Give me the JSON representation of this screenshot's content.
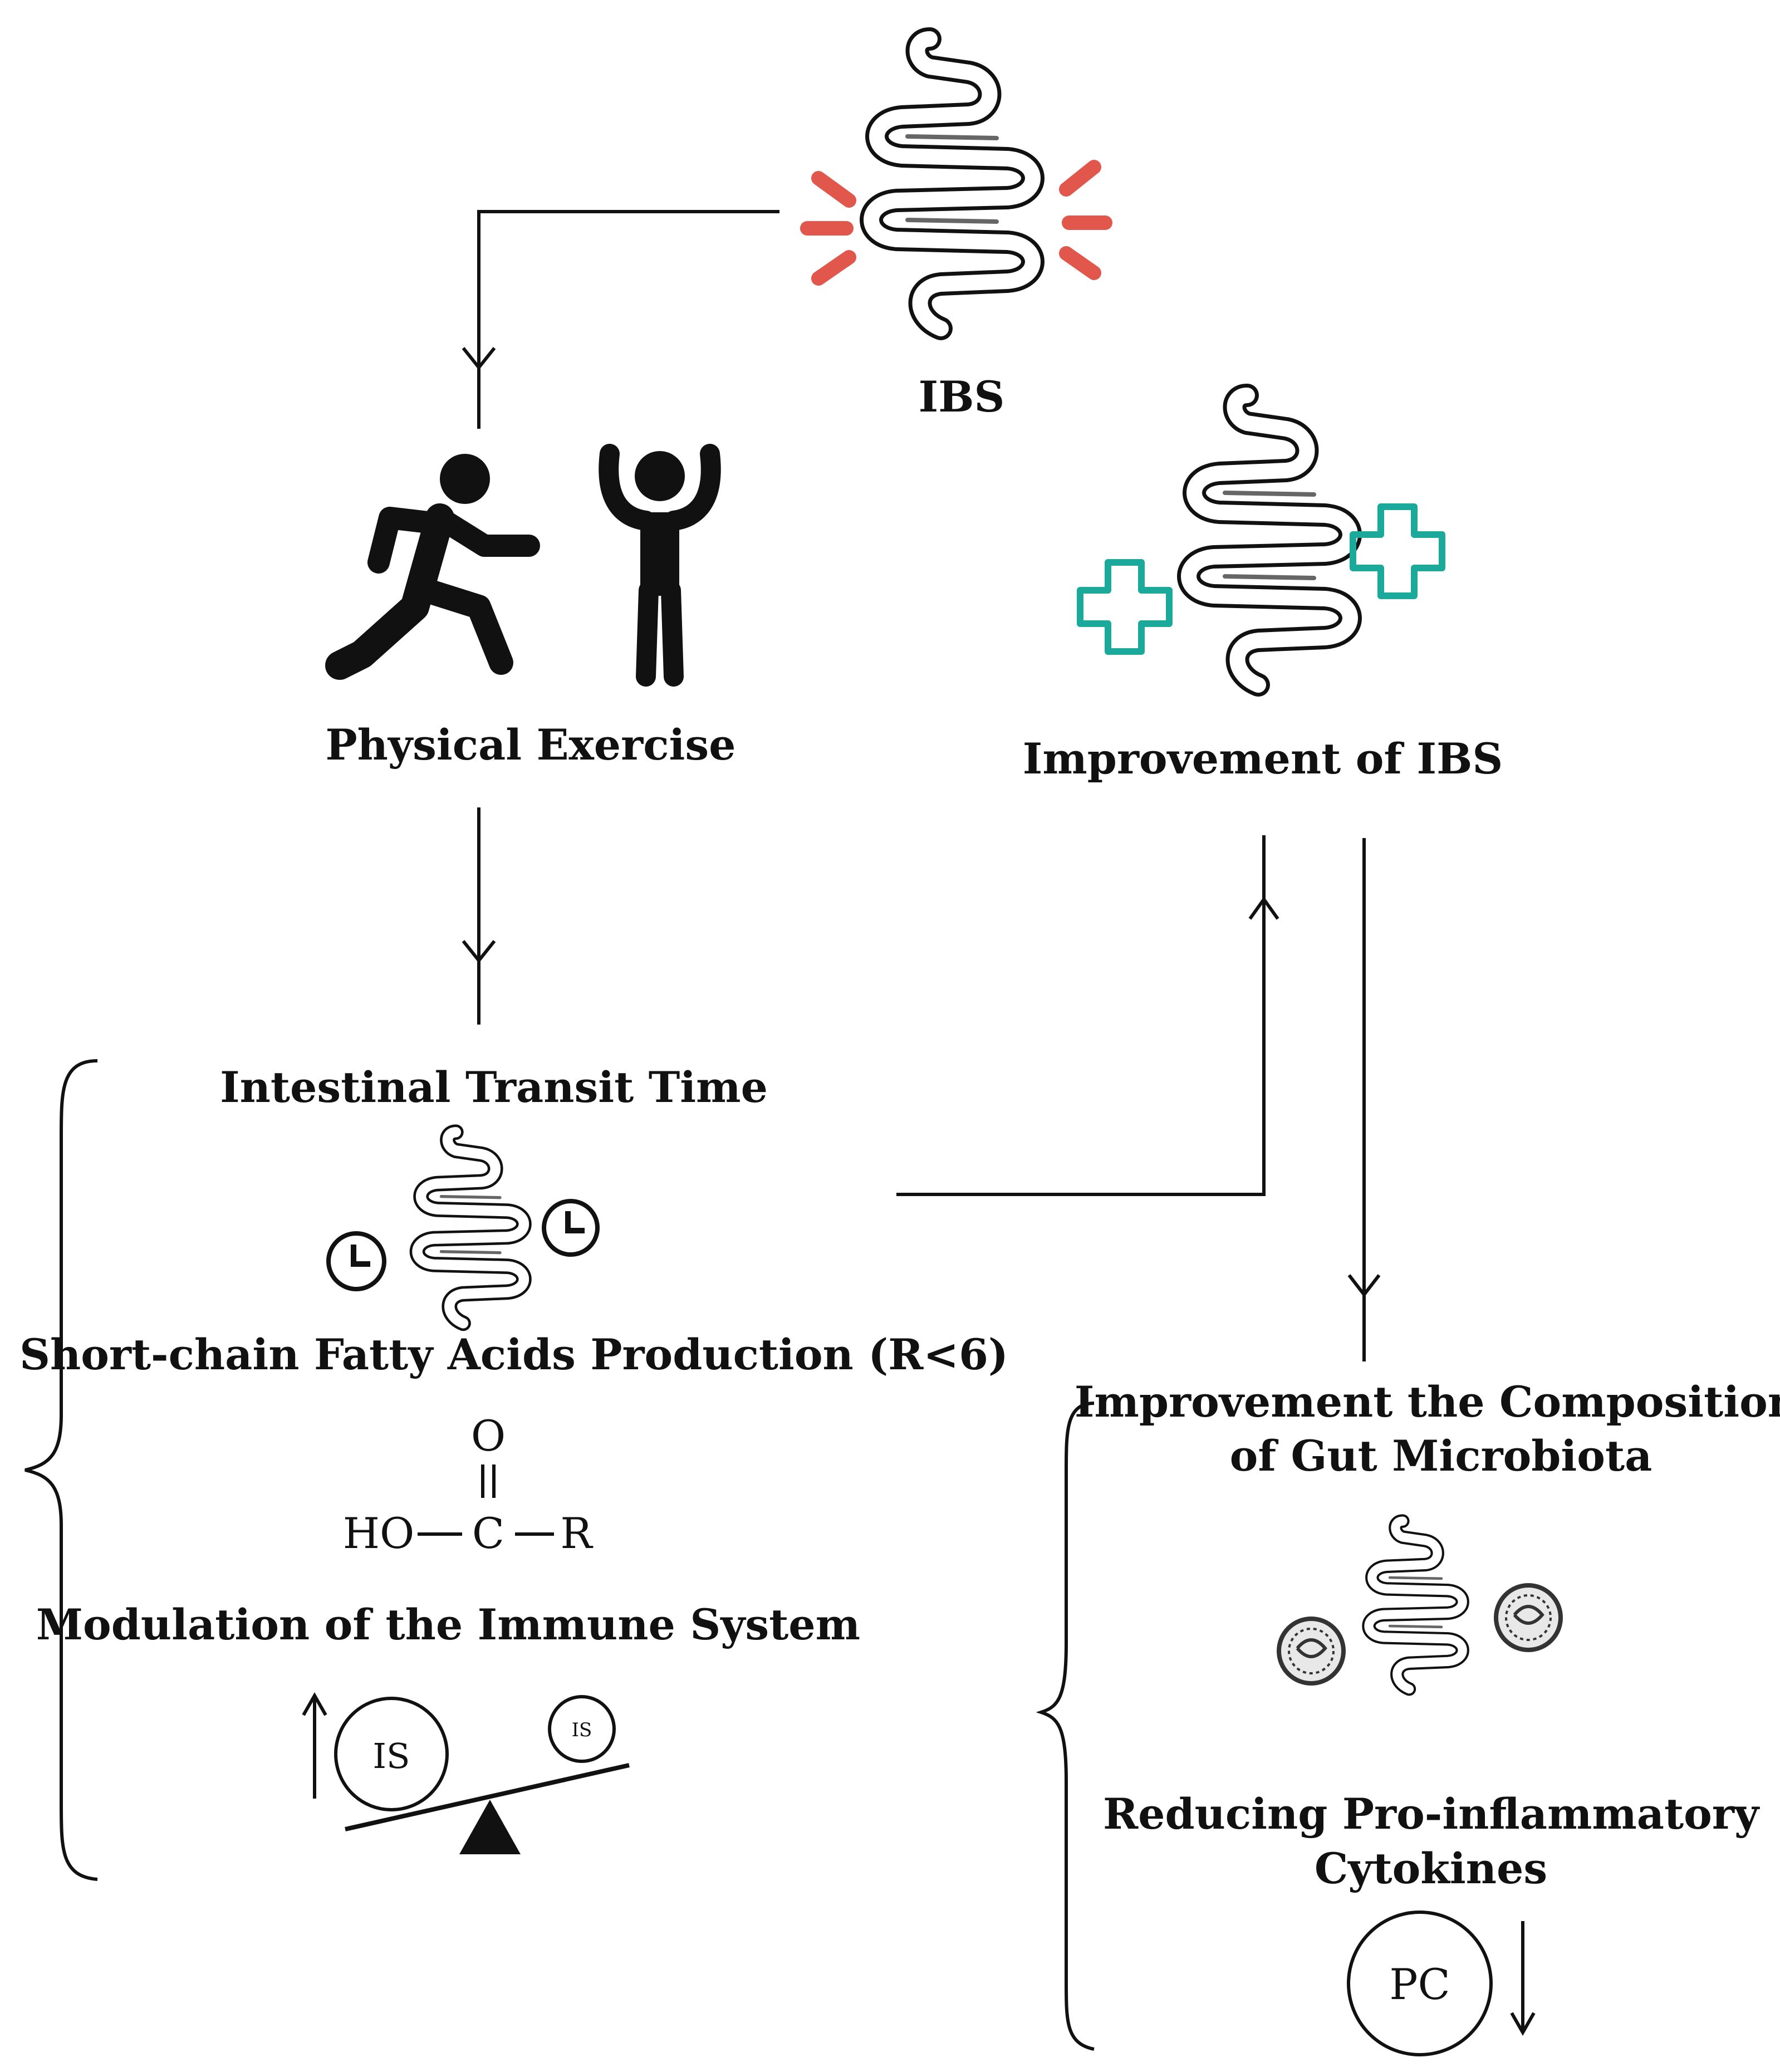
{
  "labels": {
    "ibs": "IBS",
    "physical_exercise": "Physical Exercise",
    "improvement_ibs": "Improvement of IBS",
    "transit_time": "Intestinal Transit Time",
    "scfa": "Short-chain Fatty Acids Production (R<6)",
    "immune": "Modulation of the Immune System",
    "microbiota_line1": "Improvement the Composition",
    "microbiota_line2": "of Gut Microbiota",
    "cytokines_line1": "Reducing Pro-inflammatory",
    "cytokines_line2": "Cytokines"
  },
  "chemistry": {
    "o": "O",
    "ho": "HO",
    "c": "C",
    "r": "R"
  },
  "balance": {
    "big": "IS",
    "small": "IS"
  },
  "pc": "PC",
  "colors": {
    "pain": "#e2574c",
    "health": "#1aa99a",
    "line": "#111111"
  },
  "icons": [
    "intestine-pain-icon",
    "running-person-icon",
    "cheering-person-icon",
    "intestine-health-icon",
    "intestine-clock-icon",
    "intestine-microbe-icon",
    "seesaw-icon"
  ]
}
